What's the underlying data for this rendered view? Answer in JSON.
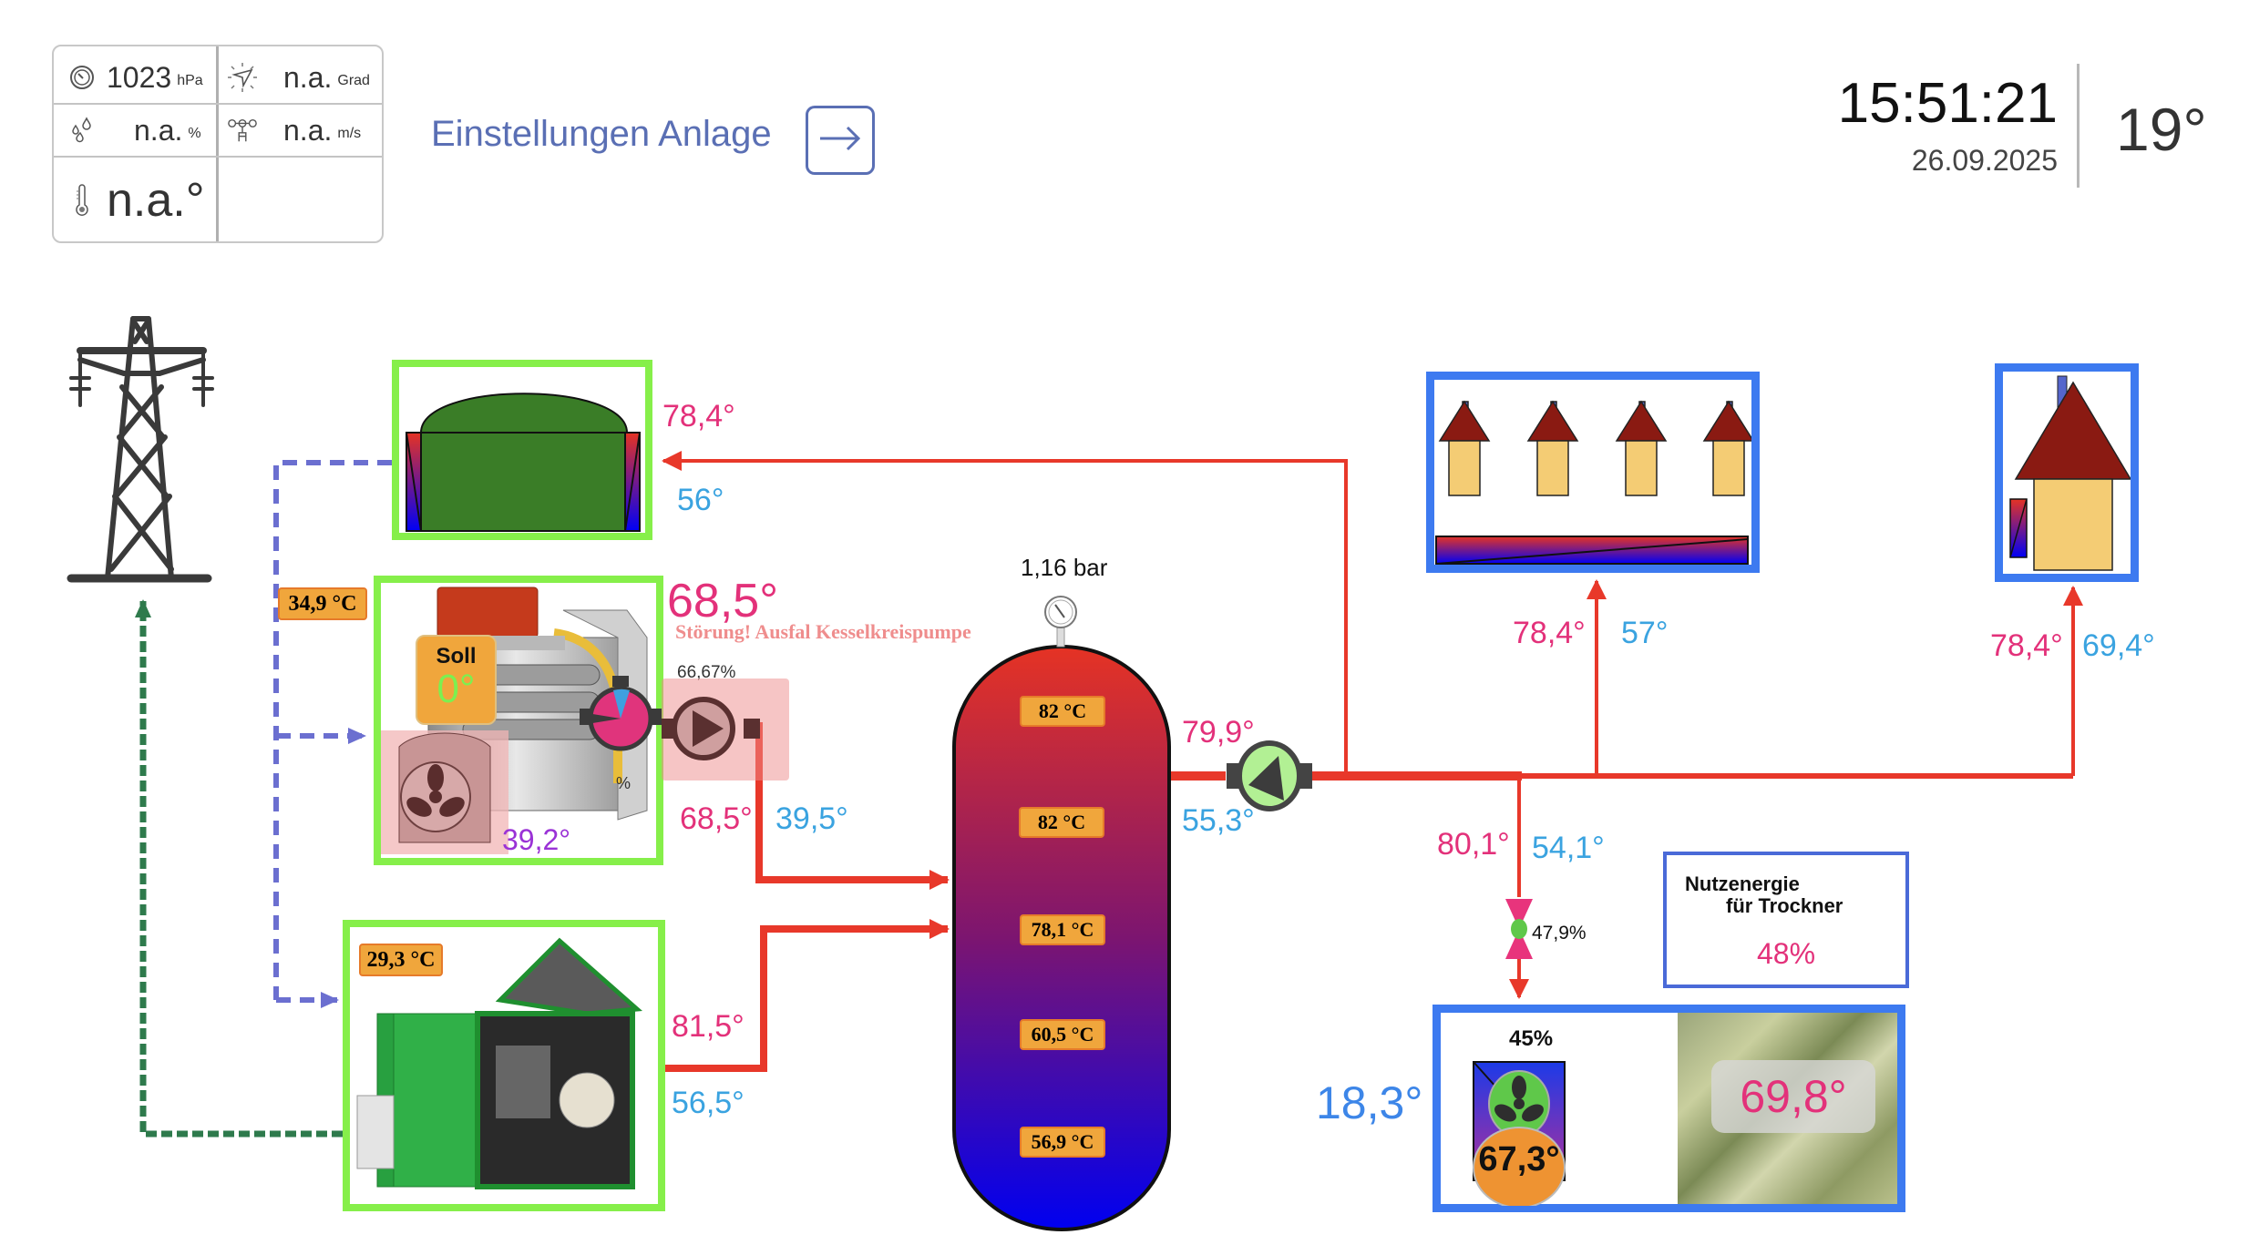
{
  "weather": {
    "pressure": {
      "icon": "pressure-gauge-icon",
      "value": "1023",
      "unit": "hPa"
    },
    "wind_direction": {
      "icon": "wind-direction-icon",
      "value": "n.a.",
      "unit": "Grad"
    },
    "humidity": {
      "icon": "humidity-drops-icon",
      "value": "n.a.",
      "unit": "%"
    },
    "wind_speed": {
      "icon": "anemometer-icon",
      "value": "n.a.",
      "unit": "m/s"
    },
    "temperature": {
      "icon": "thermometer-icon",
      "value": "n.a.°"
    }
  },
  "header": {
    "settings_label": "Einstellungen Anlage",
    "settings_icon": "arrow-right-icon",
    "time": "15:51:21",
    "date": "26.09.2025",
    "outdoor_temp": "19°"
  },
  "colors": {
    "flow_red": "#e3317a",
    "return_blue": "#3aa3e0",
    "pipe_red": "#e8382a",
    "box_green": "#86ef4a",
    "box_blue": "#3d7af0",
    "sensor_orange": "#f0a63c",
    "gas_dashed": "#6b6fd0",
    "power_dashed": "#2e7a4c"
  },
  "biogas": {
    "flow_temp": "78,4°",
    "return_temp": "56°"
  },
  "boiler": {
    "gas_sensor": "34,9 °C",
    "setpoint_label": "Soll",
    "setpoint_value": "0°",
    "outlet_temp": "68,5°",
    "fault_message": "Störung!  Ausfal Kesselkreispumpe",
    "pump_speed": "66,67%",
    "mixer_unit": "%",
    "burner_temp": "39,2°",
    "flow_temp": "68,5°",
    "return_temp": "39,5°"
  },
  "chp": {
    "gas_sensor": "29,3 °C",
    "flow_temp": "81,5°",
    "return_temp": "56,5°"
  },
  "buffer_tank": {
    "pressure": "1,16 bar",
    "sensors": [
      "82 °C",
      "82 °C",
      "78,1 °C",
      "60,5 °C",
      "56,9 °C"
    ],
    "flow_temp": "79,9°",
    "return_temp": "55,3°"
  },
  "district_heating": {
    "flow_temp": "78,4°",
    "return_temp": "57°"
  },
  "single_house": {
    "flow_temp": "78,4°",
    "return_temp": "69,4°"
  },
  "dryer_branch": {
    "flow_temp": "80,1°",
    "return_temp": "54,1°",
    "valve_opening": "47,9%"
  },
  "useful_energy": {
    "title_line1": "Nutzenergie",
    "title_line2": "für Trockner",
    "value": "48%"
  },
  "dryer": {
    "fan_speed": "45%",
    "ambient_temp": "18,3°",
    "heater_temp": "67,3°",
    "material_temp": "69,8°"
  }
}
